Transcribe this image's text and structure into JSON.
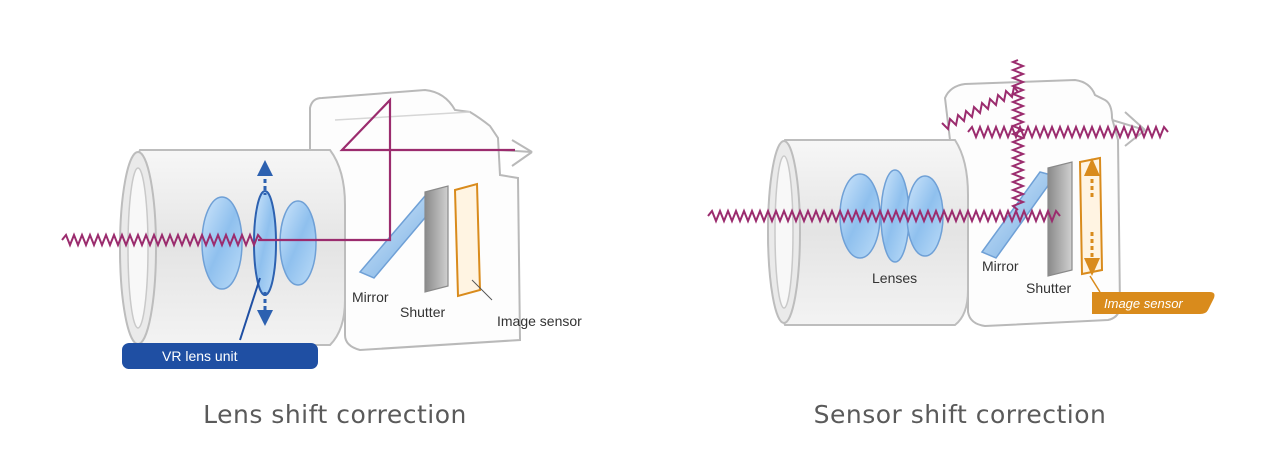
{
  "left_diagram": {
    "caption": "Lens shift correction",
    "labels": {
      "mirror": "Mirror",
      "shutter": "Shutter",
      "image_sensor": "Image sensor",
      "vr_lens_unit": "VR lens unit"
    }
  },
  "right_diagram": {
    "caption": "Sensor shift correction",
    "labels": {
      "lenses": "Lenses",
      "mirror": "Mirror",
      "shutter": "Shutter",
      "image_sensor": "Image sensor"
    }
  },
  "colors": {
    "light_ray": "#9b2c6e",
    "vr_badge": "#1f4fa3",
    "sensor": "#d98b1c",
    "lens_glass": "#8fc0ee",
    "caption": "#5a5a5a"
  }
}
